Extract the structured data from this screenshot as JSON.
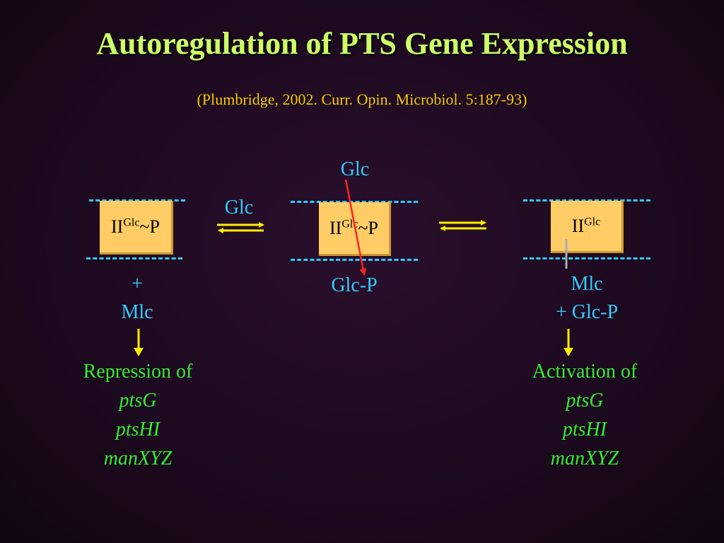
{
  "slide": {
    "title": "Autoregulation of PTS Gene Expression",
    "citation": "(Plumbridge, 2002. Curr. Opin. Microbiol. 5:187-93)"
  },
  "left_state": {
    "box_main": "II",
    "box_sup": "Glc",
    "box_suffix": "~P",
    "plus": "+",
    "partner": "Mlc",
    "outcome_title": "Repression of",
    "genes": [
      "ptsG",
      "ptsHI",
      "manXYZ"
    ]
  },
  "arrow_label_1": "Glc",
  "middle_state": {
    "substrate_top": "Glc",
    "box_main": "II",
    "box_sup": "Glc",
    "box_suffix": "~P",
    "product_bottom": "Glc-P"
  },
  "right_state": {
    "box_main": "II",
    "box_sup": "Glc",
    "partner": "Mlc",
    "product": "+ Glc-P",
    "outcome_title": "Activation of",
    "genes": [
      "ptsG",
      "ptsHI",
      "manXYZ"
    ]
  },
  "colors": {
    "title": "#ccff66",
    "citation": "#ffcc00",
    "membrane": "#33ccff",
    "protein_box": "#ffcc66",
    "arrows": "#ffee00",
    "transport_arrow": "#ff2222",
    "genes_text": "#33ee33"
  },
  "icons": [
    "equilibrium-arrows-icon",
    "down-arrow-icon",
    "transport-arrow-icon"
  ]
}
